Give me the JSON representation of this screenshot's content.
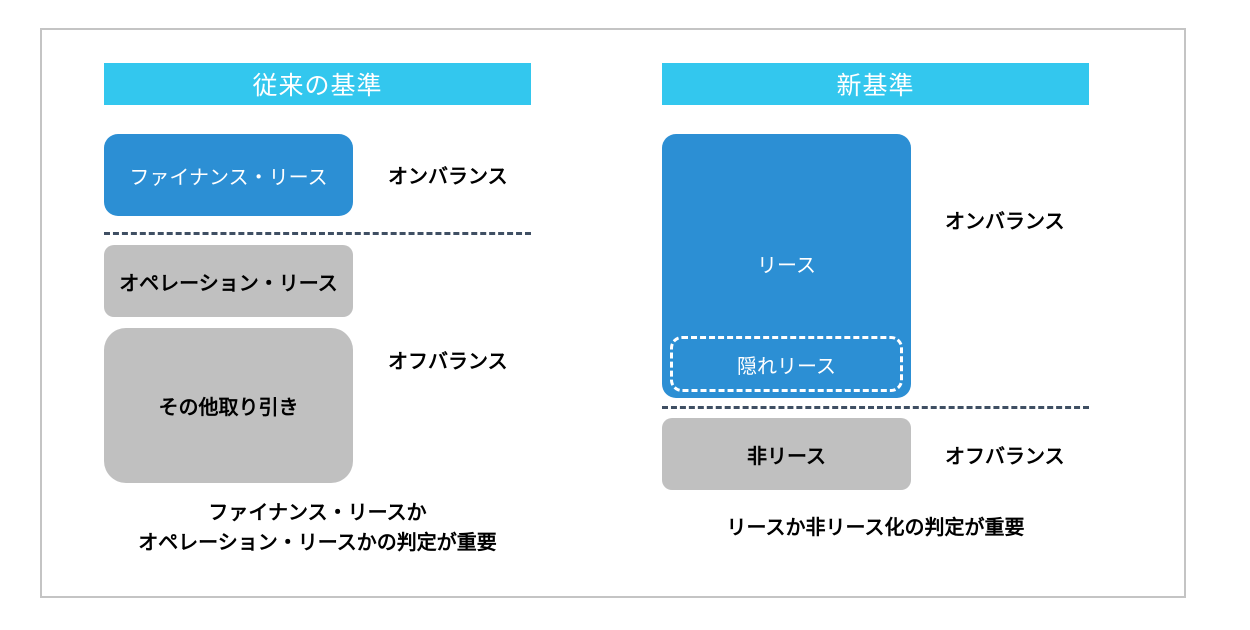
{
  "left": {
    "header": "従来の基準",
    "finance_lease": "ファイナンス・リース",
    "on_balance": "オンバランス",
    "operating_lease": "オペレーション・リース",
    "other_transactions": "その他取り引き",
    "off_balance": "オフバランス",
    "caption_line1": "ファイナンス・リースか",
    "caption_line2": "オペレーション・リースかの判定が重要"
  },
  "right": {
    "header": "新基準",
    "lease": "リース",
    "hidden_lease": "隠れリース",
    "on_balance": "オンバランス",
    "non_lease": "非リース",
    "off_balance": "オフバランス",
    "caption": "リースか非リース化の判定が重要"
  },
  "colors": {
    "header": "#33c7ee",
    "lease_blue": "#2c8fd4",
    "gray_box": "#c0c0c0",
    "dash": "#3f4f63",
    "frame": "#c4c4c4"
  }
}
